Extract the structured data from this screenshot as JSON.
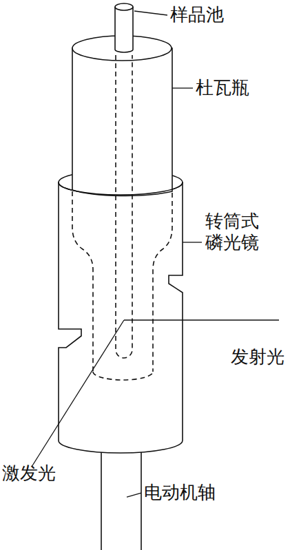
{
  "diagram": {
    "labels": [
      "样品池",
      "杜瓦瓶",
      "转筒式 磷光镜",
      "发射光",
      "激发光",
      "电动机轴"
    ]
  }
}
